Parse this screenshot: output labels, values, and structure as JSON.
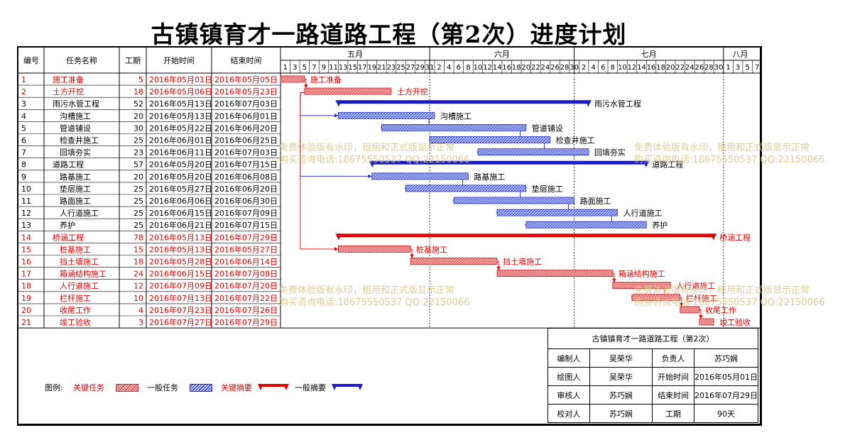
{
  "title": "古镇镇育才一路道路工程（第2次）进度计划",
  "columns": {
    "id": "编号",
    "name": "任务名称",
    "duration": "工期",
    "start": "开始时间",
    "end": "结束时间"
  },
  "months": [
    {
      "label": "五月",
      "days": [
        "1",
        "3",
        "5",
        "7",
        "9",
        "11",
        "13",
        "15",
        "17",
        "19",
        "21",
        "23",
        "25",
        "27",
        "29",
        "31"
      ]
    },
    {
      "label": "六月",
      "days": [
        "2",
        "4",
        "6",
        "8",
        "10",
        "12",
        "14",
        "16",
        "18",
        "20",
        "22",
        "24",
        "26",
        "28",
        "30"
      ]
    },
    {
      "label": "七月",
      "days": [
        "2",
        "4",
        "6",
        "8",
        "10",
        "12",
        "14",
        "16",
        "18",
        "20",
        "22",
        "24",
        "26",
        "28",
        "30"
      ]
    },
    {
      "label": "八月",
      "days": [
        "1",
        "3",
        "5",
        "7"
      ]
    }
  ],
  "chart_data": {
    "type": "gantt",
    "x_range": [
      "2016-05-01",
      "2016-08-07"
    ],
    "tasks": [
      {
        "id": "1",
        "name": "施工准备",
        "duration": "5",
        "start": "2016年05月01日",
        "end": "2016年05月05日",
        "kind": "critical"
      },
      {
        "id": "2",
        "name": "土方开挖",
        "duration": "18",
        "start": "2016年05月06日",
        "end": "2016年05月23日",
        "kind": "critical"
      },
      {
        "id": "3",
        "name": "雨污水管工程",
        "duration": "52",
        "start": "2016年05月13日",
        "end": "2016年07月03日",
        "kind": "summary",
        "level": 0
      },
      {
        "id": "4",
        "name": "沟槽施工",
        "duration": "20",
        "start": "2016年05月13日",
        "end": "2016年06月01日",
        "kind": "normal",
        "level": 1
      },
      {
        "id": "5",
        "name": "管道铺设",
        "duration": "30",
        "start": "2016年05月22日",
        "end": "2016年06月20日",
        "kind": "normal",
        "level": 1
      },
      {
        "id": "6",
        "name": "检查井施工",
        "duration": "25",
        "start": "2016年06月01日",
        "end": "2016年06月25日",
        "kind": "normal",
        "level": 1
      },
      {
        "id": "7",
        "name": "回填夯实",
        "duration": "23",
        "start": "2016年06月11日",
        "end": "2016年07月03日",
        "kind": "normal",
        "level": 1
      },
      {
        "id": "8",
        "name": "道路工程",
        "duration": "57",
        "start": "2016年05月20日",
        "end": "2016年07月15日",
        "kind": "summary",
        "level": 0
      },
      {
        "id": "9",
        "name": "路基施工",
        "duration": "20",
        "start": "2016年05月20日",
        "end": "2016年06月08日",
        "kind": "normal",
        "level": 1
      },
      {
        "id": "10",
        "name": "垫层施工",
        "duration": "25",
        "start": "2016年05月27日",
        "end": "2016年06月20日",
        "kind": "normal",
        "level": 1
      },
      {
        "id": "11",
        "name": "路面施工",
        "duration": "25",
        "start": "2016年06月06日",
        "end": "2016年06月30日",
        "kind": "normal",
        "level": 1
      },
      {
        "id": "12",
        "name": "人行道施工",
        "duration": "25",
        "start": "2016年06月15日",
        "end": "2016年07月09日",
        "kind": "normal",
        "level": 1
      },
      {
        "id": "13",
        "name": "养护",
        "duration": "25",
        "start": "2016年06月21日",
        "end": "2016年07月15日",
        "kind": "normal",
        "level": 1
      },
      {
        "id": "14",
        "name": "桥涵工程",
        "duration": "78",
        "start": "2016年05月13日",
        "end": "2016年07月29日",
        "kind": "critical-summary",
        "level": 0
      },
      {
        "id": "15",
        "name": "桩基施工",
        "duration": "15",
        "start": "2016年05月13日",
        "end": "2016年05月27日",
        "kind": "critical",
        "level": 1
      },
      {
        "id": "16",
        "name": "挡土墙施工",
        "duration": "18",
        "start": "2016年05月28日",
        "end": "2016年06月14日",
        "kind": "critical",
        "level": 1
      },
      {
        "id": "17",
        "name": "箱涵结构施工",
        "duration": "24",
        "start": "2016年06月15日",
        "end": "2016年07月08日",
        "kind": "critical",
        "level": 1
      },
      {
        "id": "18",
        "name": "人行道施工",
        "duration": "12",
        "start": "2016年07月09日",
        "end": "2016年07月20日",
        "kind": "critical",
        "level": 1
      },
      {
        "id": "19",
        "name": "栏杆施工",
        "duration": "10",
        "start": "2016年07月13日",
        "end": "2016年07月22日",
        "kind": "critical",
        "level": 1
      },
      {
        "id": "20",
        "name": "收尾工作",
        "duration": "4",
        "start": "2016年07月23日",
        "end": "2016年07月26日",
        "kind": "critical",
        "level": 1
      },
      {
        "id": "21",
        "name": "竣工验收",
        "duration": "3",
        "start": "2016年07月27日",
        "end": "2016年07月29日",
        "kind": "critical",
        "level": 1
      }
    ]
  },
  "legend": {
    "label": "图例:",
    "items": [
      "关键任务",
      "一般任务",
      "关键摘要",
      "一般摘要"
    ],
    "colors": {
      "critical": "#e00000",
      "normal": "#1a1acc",
      "critical_fill": "#f2aaaa",
      "normal_fill": "#aab4ee"
    }
  },
  "info": {
    "heading": "古镇镇育才一路道路工程（第2次）",
    "rows": [
      [
        "编制人",
        "吴荣华",
        "负责人",
        "苏巧娴"
      ],
      [
        "绘图人",
        "吴荣华",
        "开始时间",
        "2016年05月01日"
      ],
      [
        "审核人",
        "苏巧娴",
        "结束时间",
        "2016年07月29日"
      ],
      [
        "校对人",
        "苏巧娴",
        "工期",
        "90天"
      ]
    ]
  },
  "watermark": {
    "line1": "免费体验版有水印，租用和正式版显示正常",
    "line2": "购买咨询电话:18675550537 QQ:22150066"
  }
}
